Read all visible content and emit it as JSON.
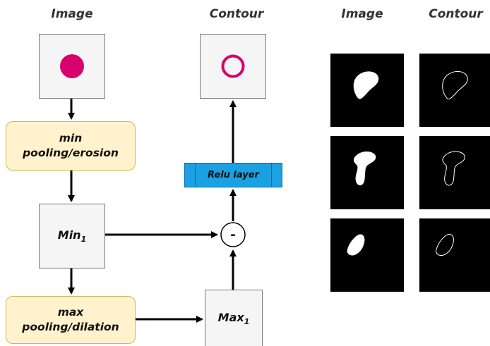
{
  "headers": {
    "image_left": "Image",
    "contour_left": "Contour",
    "image_right": "Image",
    "contour_right": "Contour"
  },
  "nodes": {
    "min_pooling_line1": "min",
    "min_pooling_line2": "pooling/erosion",
    "min1_label": "Min",
    "min1_sub": "1",
    "max_pooling_line1": "max",
    "max_pooling_line2": "pooling/dilation",
    "max1_label": "Max",
    "max1_sub": "1",
    "relu_label": "Relu layer",
    "subtract_symbol": "-"
  },
  "colors": {
    "magenta": "#d6006e",
    "op_fill": "#fff2cc",
    "op_border": "#d6b656",
    "relu_fill": "#1ba1e2",
    "relu_border": "#006eaf",
    "gray_fill": "#f5f5f5"
  }
}
